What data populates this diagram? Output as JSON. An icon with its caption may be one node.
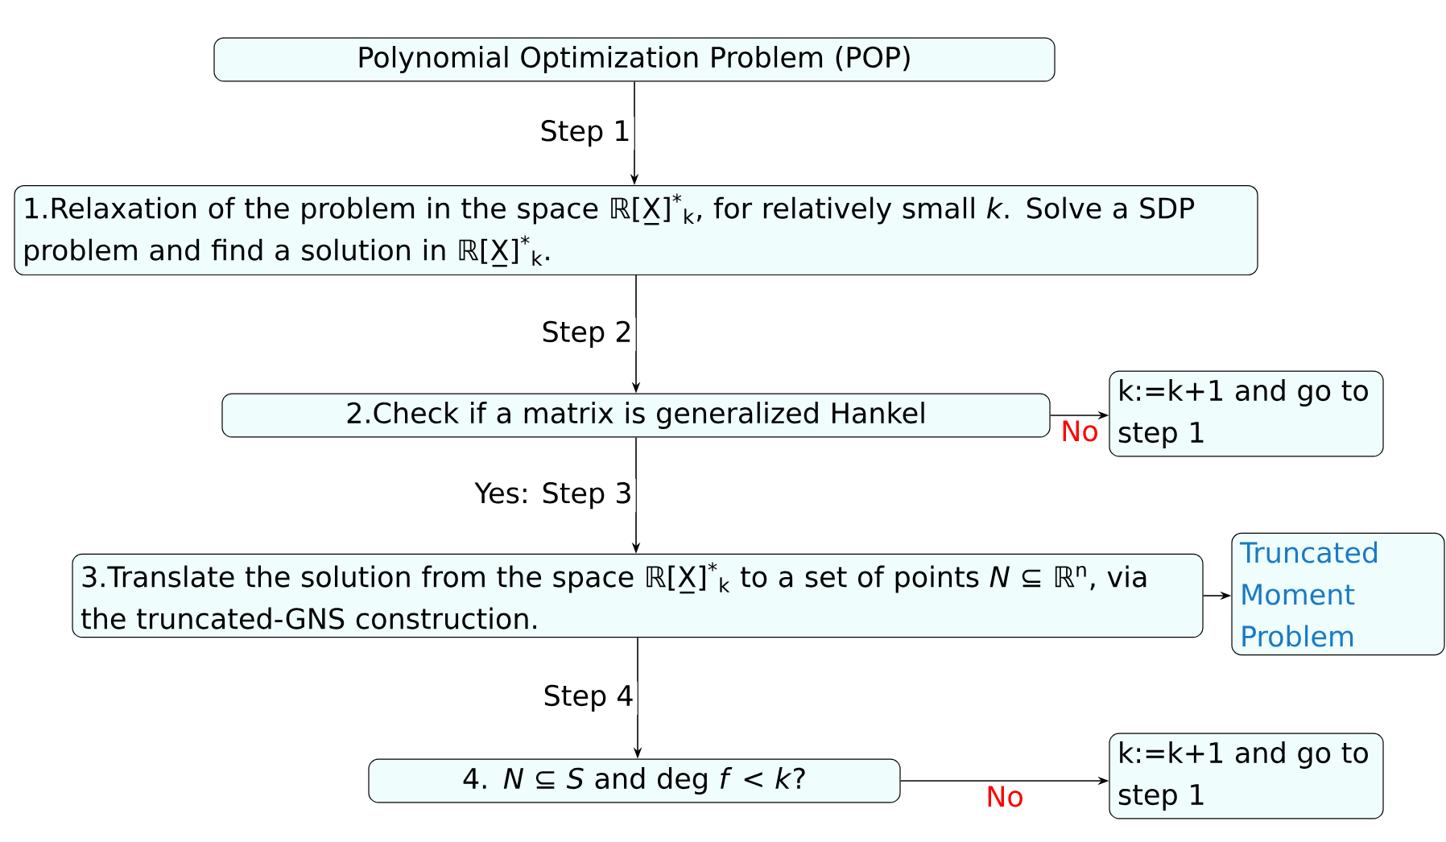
{
  "diagram": {
    "nodes": [
      {
        "text": [
          "Polynomial Optimization Problem (POP)"
        ]
      },
      {
        "text": [
          "1.Relaxation of the problem in the space ℝ[X̲]$^{*}$$_{k}$, for relatively small *k*. Solve a SDP problem and find a solution in ℝ[X̲]$^{*}$$_{k}$."
        ]
      },
      {
        "text": [
          "2.Check if a matrix is generalized Hankel"
        ]
      },
      {
        "text": [
          "k:=k+1 and go to step 1"
        ]
      },
      {
        "text": [
          "3.Translate the solution from the space ℝ[X̲]$^{*}$$_{k}$ to a set of points *N* ⊆ ℝ$^{n}$, via the truncated-GNS construction."
        ]
      },
      {
        "text": [
          "Truncated Moment Problem"
        ]
      },
      {
        "text": [
          "4. *N* ⊆ *S* and deg *f* < *k*?"
        ]
      },
      {
        "text": [
          "k:=k+1 and go to step 1"
        ]
      }
    ],
    "edges": [
      {
        "from": 0,
        "to": 1,
        "arrow": "to",
        "label": "Step 1"
      },
      {
        "from": 1,
        "to": 2,
        "arrow": "to",
        "label": "Step 2"
      },
      {
        "from": 2,
        "to": 3,
        "arrow": "to",
        "label": "No"
      },
      {
        "from": 2,
        "to": 4,
        "arrow": "to",
        "label": "Yes: Step 3"
      },
      {
        "from": 4,
        "to": 5,
        "arrow": "to"
      },
      {
        "from": 4,
        "to": 6,
        "arrow": "to",
        "label": "Step 4"
      },
      {
        "from": 6,
        "to": 7,
        "arrow": "to",
        "label": "No"
      }
    ]
  }
}
